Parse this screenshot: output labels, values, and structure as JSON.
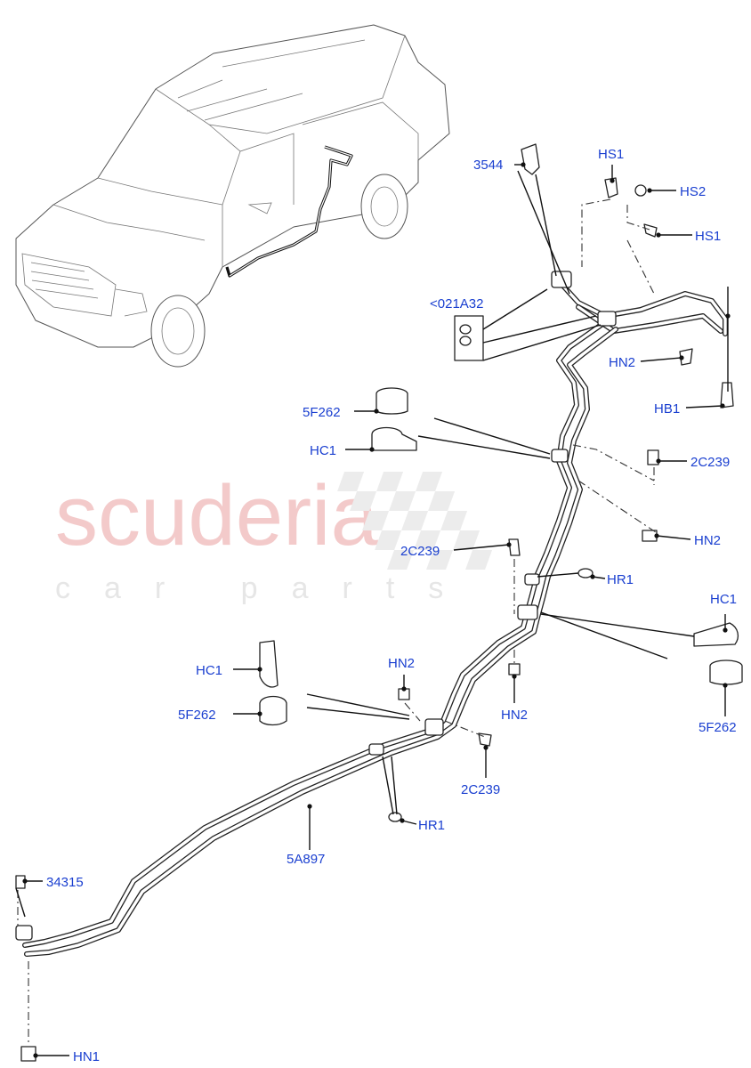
{
  "watermark": {
    "brand": "scuderia",
    "tagline": "car parts"
  },
  "callouts": {
    "c3544": "3544",
    "hs1_top": "HS1",
    "hs2": "HS2",
    "hs1_right": "HS1",
    "c021a32": "<021A32",
    "hn2_upper": "HN2",
    "hb1": "HB1",
    "f262_upper": "5F262",
    "hc1_upper": "HC1",
    "c2c239_right": "2C239",
    "hn2_right": "HN2",
    "c2c239_mid": "2C239",
    "hr1_mid": "HR1",
    "hc1_right": "HC1",
    "f262_right": "5F262",
    "hc1_left": "HC1",
    "hn2_mid_left": "HN2",
    "f262_left": "5F262",
    "hn2_mid": "HN2",
    "c2c239_low": "2C239",
    "hr1_low": "HR1",
    "a897": "5A897",
    "c34315": "34315",
    "hn1": "HN1"
  }
}
